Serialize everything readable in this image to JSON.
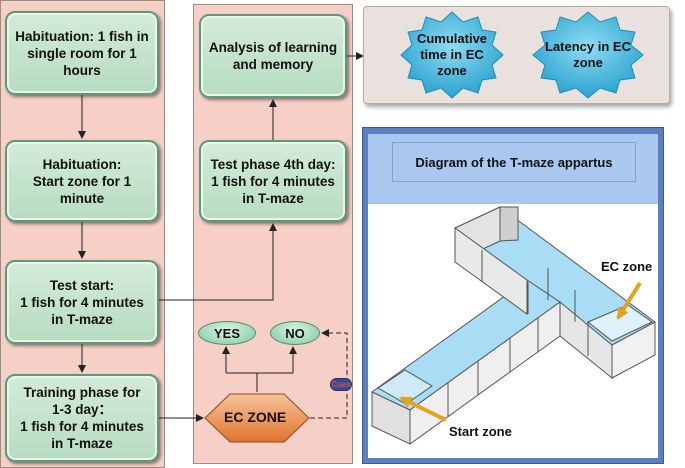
{
  "flow_left": [
    {
      "id": "habituation1",
      "text": "Habituation: 1 fish in\nsingle room for 1\nhours"
    },
    {
      "id": "habituation2",
      "text": "Habituation:\nStart zone for 1\nminute"
    },
    {
      "id": "test_start",
      "text": "Test start:\n1 fish for 4 minutes\nin T-maze"
    },
    {
      "id": "training",
      "text": "Training phase for\n1-3 day：\n1 fish for 4 minutes\nin T-maze"
    }
  ],
  "flow_mid": [
    {
      "id": "analysis",
      "text": "Analysis of learning\nand memory"
    },
    {
      "id": "test4",
      "text": "Test phase 4th day:\n1 fish for 4 minutes\nin T-maze"
    }
  ],
  "decision": {
    "yes": "YES",
    "no": "NO",
    "ec_zone": "EC ZONE",
    "cues": "Cues"
  },
  "results": {
    "cumulative": "Cumulative\ntime in EC\nzone",
    "latency": "Latency in EC\nzone",
    "burst_color": "#3bb0d6"
  },
  "tmaze": {
    "title": "Diagram of the T-maze appartus",
    "ec_zone_label": "EC zone",
    "start_zone_label": "Start zone",
    "water_color": "#a9dcf5",
    "arrow_color": "#e6a21a"
  },
  "colors": {
    "column_bg": "#f6cfc6",
    "box_green": "#b7dcc1",
    "panel_blue": "#5b7fbf",
    "ec_zone_orange": "#e98a47"
  }
}
